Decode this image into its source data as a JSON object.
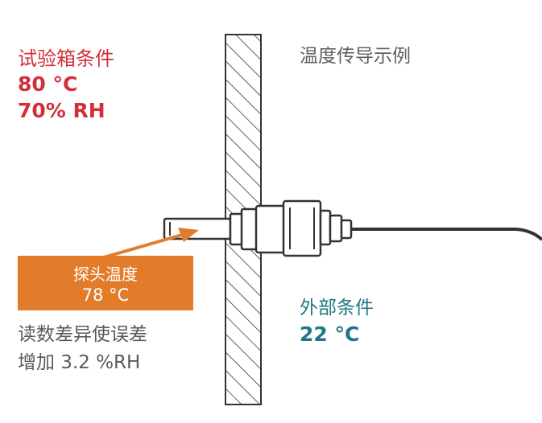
{
  "diagram_title": "温度传导示例",
  "chamber": {
    "title": "试验箱条件",
    "temperature": "80 °C",
    "humidity": "70% RH"
  },
  "probe": {
    "label": "探头温度",
    "temperature": "78 °C"
  },
  "external": {
    "title": "外部条件",
    "temperature": "22 °C"
  },
  "error_note": {
    "line1": "读数差异使误差",
    "line2": "增加 3.2 %RH"
  },
  "colors": {
    "chamber_red": "#d32f3a",
    "probe_orange": "#e37c2a",
    "external_teal": "#1f7785",
    "text_gray": "#5a5a5a"
  }
}
